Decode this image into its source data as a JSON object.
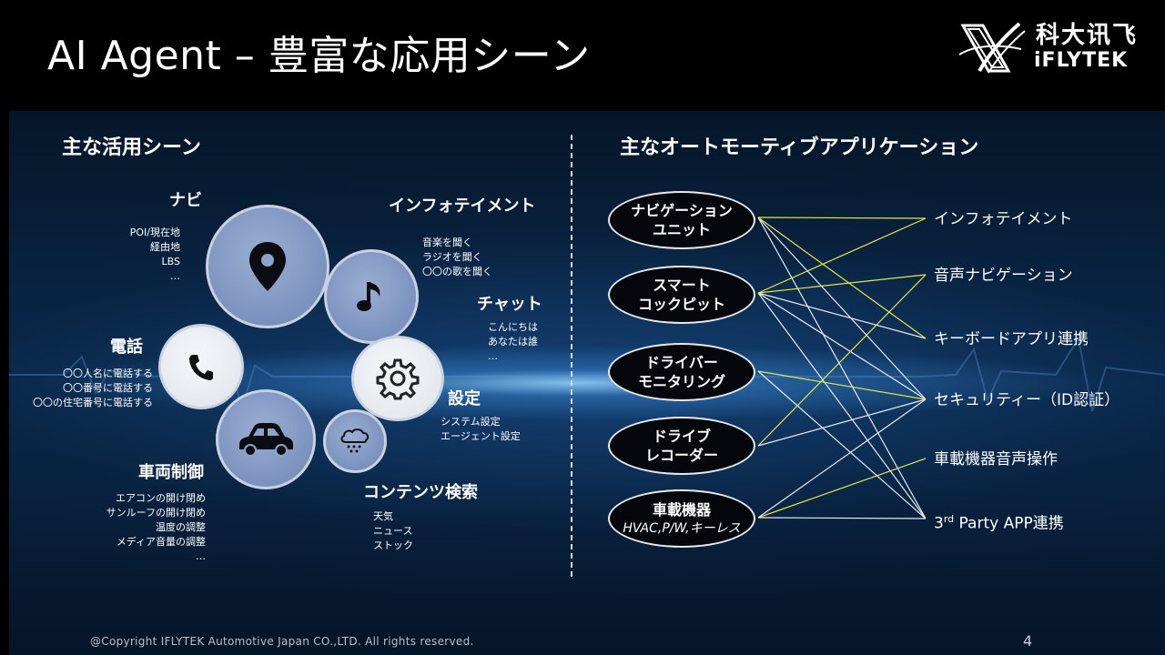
{
  "title": "AI Agent – 豊富な応用シーン",
  "logo": {
    "cn": "科大讯飞",
    "en": "iFLYTEK"
  },
  "left": {
    "heading": "主な活用シーン",
    "categories": {
      "navi": {
        "title": "ナビ",
        "items": [
          "POI/現在地",
          "経由地",
          "LBS",
          "…"
        ]
      },
      "infotainment": {
        "title": "インフォテイメント",
        "items": [
          "音楽を聞く",
          "ラジオを聞く",
          "〇〇の歌を聞く"
        ]
      },
      "chat": {
        "title": "チャット",
        "items": [
          "こんにちは",
          "あなたは誰",
          "…"
        ]
      },
      "phone": {
        "title": "電話",
        "items": [
          "〇〇人名に電話する",
          "〇〇番号に電話する",
          "〇〇の住宅番号に電話する"
        ]
      },
      "settings": {
        "title": "設定",
        "items": [
          "システム設定",
          "エージェント設定"
        ]
      },
      "vehicle": {
        "title": "車両制御",
        "items": [
          "エアコンの開け閉め",
          "サンルーフの開け閉め",
          "温度の調整",
          "メディア音量の調整",
          "…"
        ]
      },
      "content": {
        "title": "コンテンツ検索",
        "items": [
          "天気",
          "ニュース",
          "ストック"
        ]
      }
    },
    "icons": [
      "map-pin-icon",
      "music-note-icon",
      "phone-icon",
      "gear-icon",
      "car-icon",
      "cloud-rain-icon"
    ]
  },
  "right": {
    "heading": "主なオートモーティブアプリケーション",
    "sources": [
      {
        "l1": "ナビゲーション",
        "l2": "ユニット"
      },
      {
        "l1": "スマート",
        "l2": "コックピット"
      },
      {
        "l1": "ドライバー",
        "l2": "モニタリング"
      },
      {
        "l1": "ドライブ",
        "l2": "レコーダー"
      },
      {
        "l1": "車載機器",
        "sub": "HVAC,P/W,キーレス"
      }
    ],
    "apps": [
      "インフォテイメント",
      "音声ナビゲーション",
      "キーボードアプリ連携",
      "セキュリティー（ID認証）",
      "車載機器音声操作"
    ],
    "app_last": {
      "pre": "3",
      "sup": "rd",
      "post": " Party APP連携"
    },
    "connections_yellow": [
      [
        0,
        0
      ],
      [
        0,
        2
      ],
      [
        1,
        0
      ],
      [
        1,
        1
      ],
      [
        2,
        3
      ],
      [
        3,
        1
      ],
      [
        4,
        4
      ]
    ],
    "connections_white": [
      [
        0,
        3
      ],
      [
        0,
        5
      ],
      [
        1,
        2
      ],
      [
        1,
        3
      ],
      [
        1,
        5
      ],
      [
        2,
        5
      ],
      [
        3,
        3
      ],
      [
        4,
        3
      ],
      [
        4,
        5
      ]
    ],
    "line_colors": {
      "yellow": "#e4e84a",
      "white": "#e8ebf0"
    }
  },
  "footer": {
    "copyright": "@Copyright IFLYTEK Automotive Japan CO.,LTD. All rights reserved.",
    "page": "4"
  }
}
